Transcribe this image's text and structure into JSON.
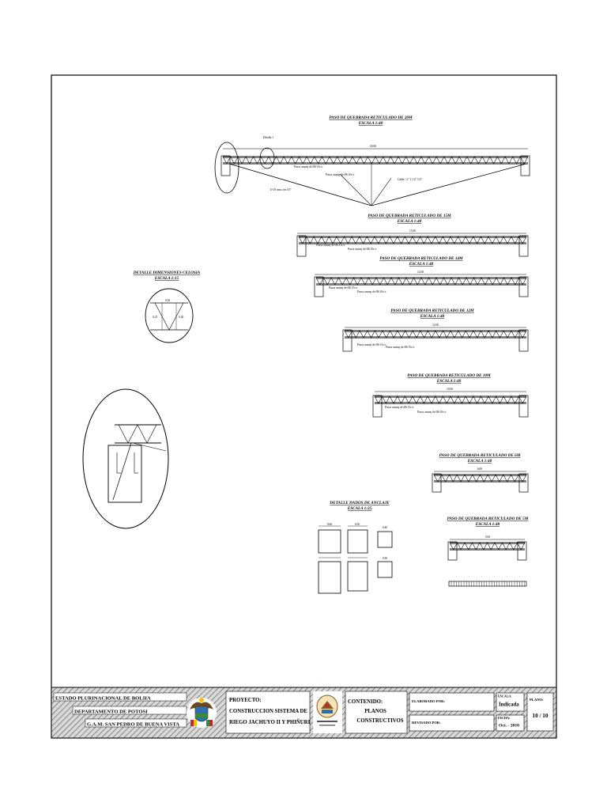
{
  "drawings": {
    "truss_20m": {
      "title": "PASO DE QUEBRADA RETICULADO DE 20M",
      "scale": "ESCALA 1:40",
      "span_label": "20.00",
      "detail_label": "Detalle 1",
      "note_a": "Pasos unionj de Ø6 15c/c",
      "note_b": "Pasos unionj de Ø6 10c/c",
      "cable_label": "Cable / 2\" 1 1/2\" 1/4\"",
      "rod_label": "Ø 10 mm c/m 0.5\""
    },
    "truss_15m": {
      "title": "PASO DE QUEBRADA RETICULADO DE 15M",
      "scale": "ESCALA 1:40",
      "span_label": "15.00",
      "note_a": "Pasos unionj de Ø6 15c/c",
      "note_b": "Pasos unionj de Ø6 10c/c"
    },
    "truss_14m": {
      "title": "PASO DE QUEBRADA RETICULADO DE 14M",
      "scale": "ESCALA 1:40",
      "span_label": "14.00",
      "note_a": "Pasos unionj de Ø6 15c/c",
      "note_b": "Pasos unionj de Ø6 10c/c"
    },
    "truss_12m": {
      "title": "PASO DE QUEBRADA RETICULADO DE 12M",
      "scale": "ESCALA 1:40",
      "span_label": "12.00",
      "note_a": "Pasos unionj de Ø6 15c/c",
      "note_b": "Pasos unionj de Ø6 10c/c"
    },
    "truss_10m": {
      "title": "PASO DE QUEBRADA RETICULADO DE 10M",
      "scale": "ESCALA 1:40",
      "span_label": "10.00",
      "note_a": "Pasos unionj de Ø6 15c/c",
      "note_b": "Pasos unionj de Ø6 10c/c"
    },
    "truss_6m": {
      "title": "PASO DE QUEBRADA RETICULADO DE 6M",
      "scale": "ESCALA 1:40",
      "span_label": "6.00"
    },
    "truss_5m": {
      "title": "PASO DE QUEBRADA RETICULADO DE 5M",
      "scale": "ESCALA 1:40",
      "span_label": "5.00"
    },
    "lattice_detail": {
      "title": "DETALLE DIMENSIONES CELOSIA",
      "scale": "ESCALA 1:15",
      "dim_top": "0.30",
      "dim_side": "0.25",
      "dim_diag": "0.20"
    },
    "anchor_detail": {
      "title": "DETALLE DADOS DE ANCLAJE",
      "scale": "ESCALA 1:25",
      "dims": [
        "0.60",
        "0.50",
        "0.40",
        "0.30"
      ]
    }
  },
  "title_block": {
    "org_line1": "ESTADO PLURINACIONAL DE BOLIIA",
    "org_line2": "DEPARTAMENTO DE POTOSI",
    "org_line3": "G.A.M. SAN PEDRO DE BUENA VISTA",
    "project_label": "PROYECTO:",
    "project_line1": "CONSTRUCCION SISTEMA DE",
    "project_line2": "RIEGO JACHUYO II Y PHIÑURI",
    "content_label": "CONTENIDO:",
    "content_line1": "PLANOS",
    "content_line2": "CONSTRUCTIVOS",
    "prepared_by": "ELABORADO POR:",
    "reviewed_by": "REVISADO POR:",
    "scale_label": "ESCALA:",
    "scale_value": "Indicada",
    "date_label": "FECHA:",
    "date_value": "Oct. - 2018",
    "sheet_label": "PLANO:",
    "sheet_value": "10 / 10"
  }
}
